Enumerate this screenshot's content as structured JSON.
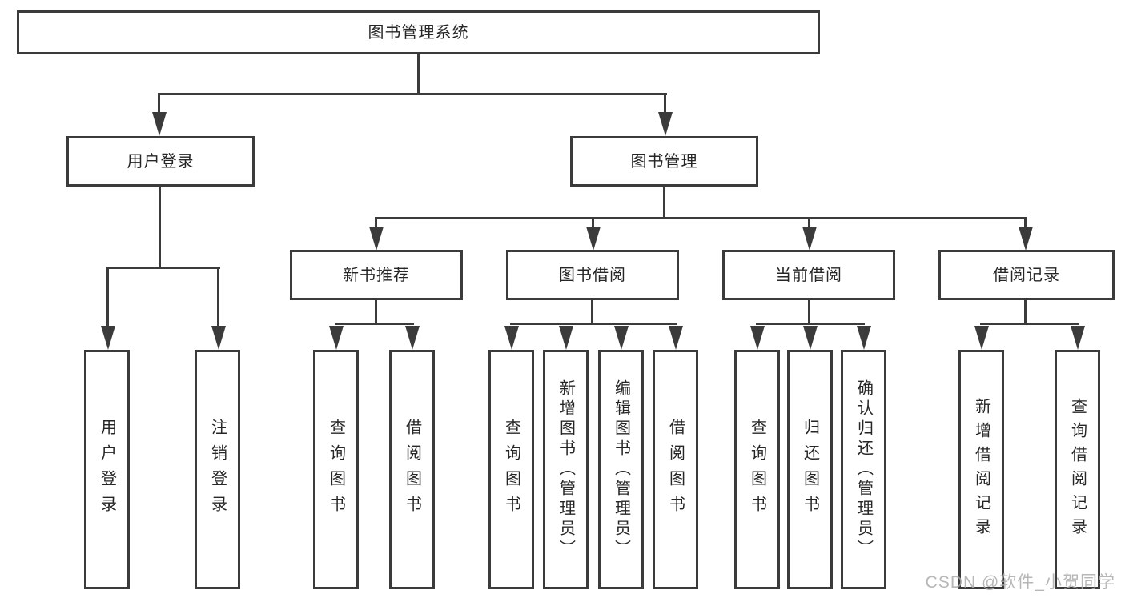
{
  "diagram": {
    "colors": {
      "line": "#3b3b3b",
      "text": "#262626",
      "watermark": "#ababab",
      "background": "#ffffff"
    },
    "root": {
      "label": "图书管理系统"
    },
    "branches": [
      {
        "label": "用户登录",
        "children": [
          {
            "label": "用户登录"
          },
          {
            "label": "注销登录"
          }
        ]
      },
      {
        "label": "图书管理",
        "children": [
          {
            "label": "新书推荐",
            "children": [
              {
                "label": "查询图书"
              },
              {
                "label": "借阅图书"
              }
            ]
          },
          {
            "label": "图书借阅",
            "children": [
              {
                "label": "查询图书"
              },
              {
                "label": "新增图书（管理员）"
              },
              {
                "label": "编辑图书（管理员）"
              },
              {
                "label": "借阅图书"
              }
            ]
          },
          {
            "label": "当前借阅",
            "children": [
              {
                "label": "查询图书"
              },
              {
                "label": "归还图书"
              },
              {
                "label": "确认归还（管理员）"
              }
            ]
          },
          {
            "label": "借阅记录",
            "children": [
              {
                "label": "新增借阅记录"
              },
              {
                "label": "查询借阅记录"
              }
            ]
          }
        ]
      }
    ],
    "watermark": "CSDN @软件_小贺同学"
  }
}
